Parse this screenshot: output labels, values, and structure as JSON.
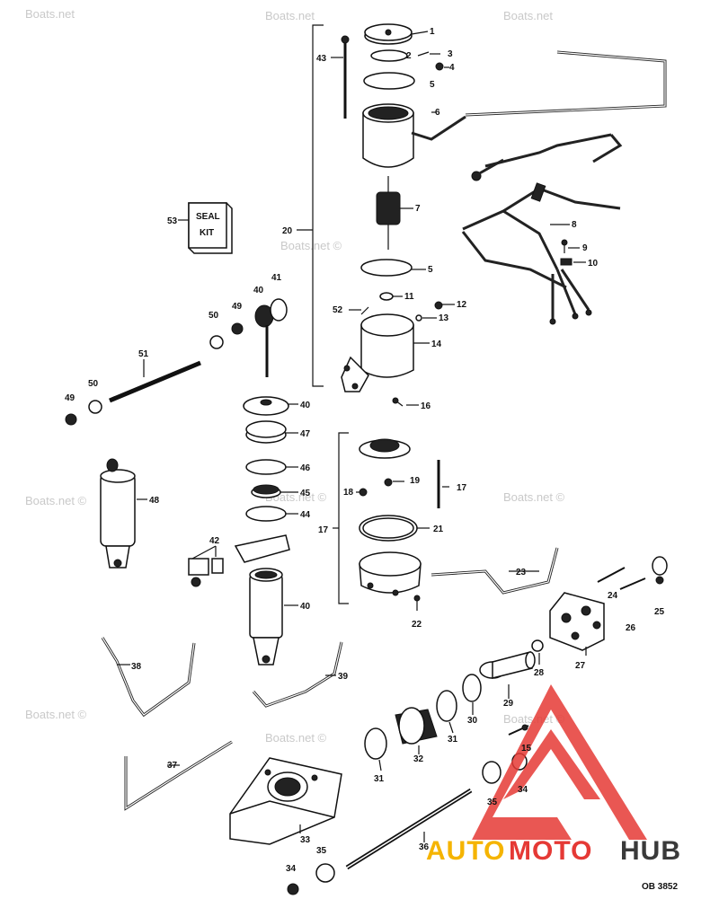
{
  "watermarks": [
    "Boats.net",
    "Boats.net",
    "Boats.net",
    "Boats.net ©",
    "Boats.net ©",
    "Boats.net ©",
    "Boats.net ©",
    "Boats.net ©",
    "Boats.net ©",
    "Boats.net ©"
  ],
  "seal_kit": {
    "line1": "SEAL",
    "line2": "KIT"
  },
  "callouts": [
    "1",
    "2",
    "3",
    "4",
    "5",
    "6",
    "43",
    "7",
    "8",
    "9",
    "10",
    "20",
    "53",
    "5",
    "11",
    "12",
    "13",
    "14",
    "52",
    "41",
    "40",
    "50",
    "49",
    "51",
    "50",
    "49",
    "16",
    "40",
    "47",
    "46",
    "45",
    "44",
    "48",
    "17",
    "18",
    "19",
    "17",
    "21",
    "23",
    "42",
    "40",
    "22",
    "24",
    "25",
    "26",
    "27",
    "28",
    "38",
    "39",
    "29",
    "30",
    "31",
    "32",
    "31",
    "15",
    "37",
    "34",
    "35",
    "33",
    "36",
    "35",
    "34"
  ],
  "brand": {
    "part1": "AUTO",
    "part2": "MOTO",
    "part3": "HUB"
  },
  "drawing_code": "OB 3852",
  "colors": {
    "brand_red": "#e53935",
    "brand_yellow": "#f5b400",
    "brand_dark": "#3a3a3a",
    "watermark": "#c9c9c9"
  }
}
